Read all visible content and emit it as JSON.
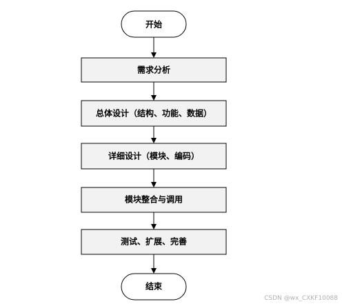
{
  "flowchart": {
    "start": "开始",
    "steps": [
      "需求分析",
      "总体设计（结构、功能、数据）",
      "详细设计（模块、编码）",
      "模块整合与调用",
      "测试、扩展、完善"
    ],
    "end": "结束",
    "colors": {
      "box_fill": "#f2f2f2",
      "stroke": "#000000",
      "background": "#ffffff"
    }
  },
  "watermark": "CSDN @wx_CXKF10088"
}
